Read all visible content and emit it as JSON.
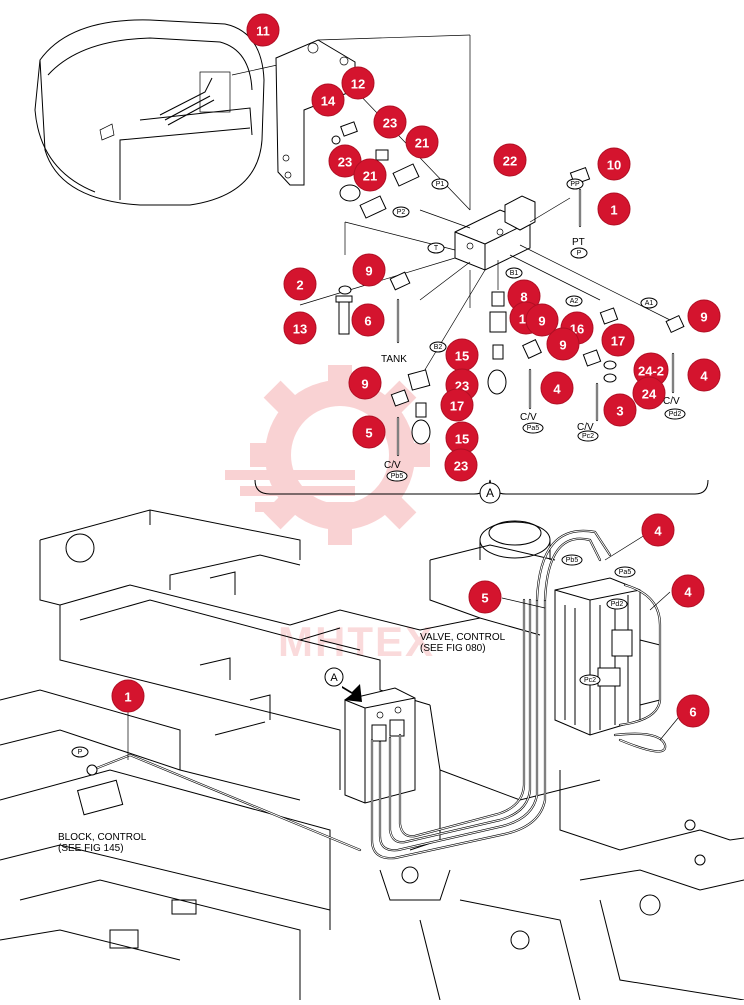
{
  "watermark": {
    "text": "MHTEX",
    "color": "#e8383d"
  },
  "accent_color": "#d4142e",
  "detail": {
    "group_label": "A",
    "callouts": [
      {
        "id": "11",
        "label": "11"
      },
      {
        "id": "12",
        "label": "12"
      },
      {
        "id": "14",
        "label": "14"
      },
      {
        "id": "23a",
        "label": "23"
      },
      {
        "id": "21a",
        "label": "21"
      },
      {
        "id": "23b",
        "label": "23"
      },
      {
        "id": "21b",
        "label": "21"
      },
      {
        "id": "22",
        "label": "22"
      },
      {
        "id": "10",
        "label": "10"
      },
      {
        "id": "1",
        "label": "1"
      },
      {
        "id": "2",
        "label": "2"
      },
      {
        "id": "9a",
        "label": "9"
      },
      {
        "id": "13",
        "label": "13"
      },
      {
        "id": "6",
        "label": "6"
      },
      {
        "id": "8",
        "label": "8"
      },
      {
        "id": "18",
        "label": "18"
      },
      {
        "id": "16",
        "label": "16"
      },
      {
        "id": "9b",
        "label": "9"
      },
      {
        "id": "17a",
        "label": "17"
      },
      {
        "id": "9c",
        "label": "9"
      },
      {
        "id": "15a",
        "label": "15"
      },
      {
        "id": "23c",
        "label": "23"
      },
      {
        "id": "9d",
        "label": "9"
      },
      {
        "id": "17b",
        "label": "17"
      },
      {
        "id": "4a",
        "label": "4"
      },
      {
        "id": "24-2",
        "label": "24-2"
      },
      {
        "id": "24",
        "label": "24"
      },
      {
        "id": "4b",
        "label": "4"
      },
      {
        "id": "3",
        "label": "3"
      },
      {
        "id": "5",
        "label": "5"
      },
      {
        "id": "15b",
        "label": "15"
      },
      {
        "id": "23d",
        "label": "23"
      },
      {
        "id": "9e",
        "label": "9"
      }
    ],
    "port_tags": [
      {
        "id": "P1",
        "label": "P1"
      },
      {
        "id": "P2",
        "label": "P2"
      },
      {
        "id": "PP",
        "label": "PP"
      },
      {
        "id": "P",
        "label": "P"
      },
      {
        "id": "T",
        "label": "T"
      },
      {
        "id": "B1",
        "label": "B1"
      },
      {
        "id": "A2",
        "label": "A2"
      },
      {
        "id": "A1",
        "label": "A1"
      },
      {
        "id": "B2",
        "label": "B2"
      },
      {
        "id": "Pa5",
        "label": "Pa5"
      },
      {
        "id": "Pc2",
        "label": "Pc2"
      },
      {
        "id": "Pd2",
        "label": "Pd2"
      },
      {
        "id": "Pb5",
        "label": "Pb5"
      }
    ],
    "texts": {
      "pt": "PT",
      "tank": "TANK",
      "cv1": "C/V",
      "cv2": "C/V",
      "cv3": "C/V",
      "cv4": "C/V"
    }
  },
  "assembly": {
    "callouts": [
      {
        "id": "m4a",
        "label": "4"
      },
      {
        "id": "m5",
        "label": "5"
      },
      {
        "id": "m4b",
        "label": "4"
      },
      {
        "id": "m1",
        "label": "1"
      },
      {
        "id": "m6",
        "label": "6"
      }
    ],
    "marker_a": "A",
    "valve_note_line1": "VALVE, CONTROL",
    "valve_note_line2": "(SEE FIG 080)",
    "block_note_line1": "BLOCK, CONTROL",
    "block_note_line2": "(SEE FIG 145)",
    "port_tags": [
      {
        "id": "mP",
        "label": "P"
      },
      {
        "id": "mPb5",
        "label": "Pb5"
      },
      {
        "id": "mPa5",
        "label": "Pa5"
      },
      {
        "id": "mPd2",
        "label": "Pd2"
      },
      {
        "id": "mPc2",
        "label": "Pc2"
      }
    ]
  }
}
